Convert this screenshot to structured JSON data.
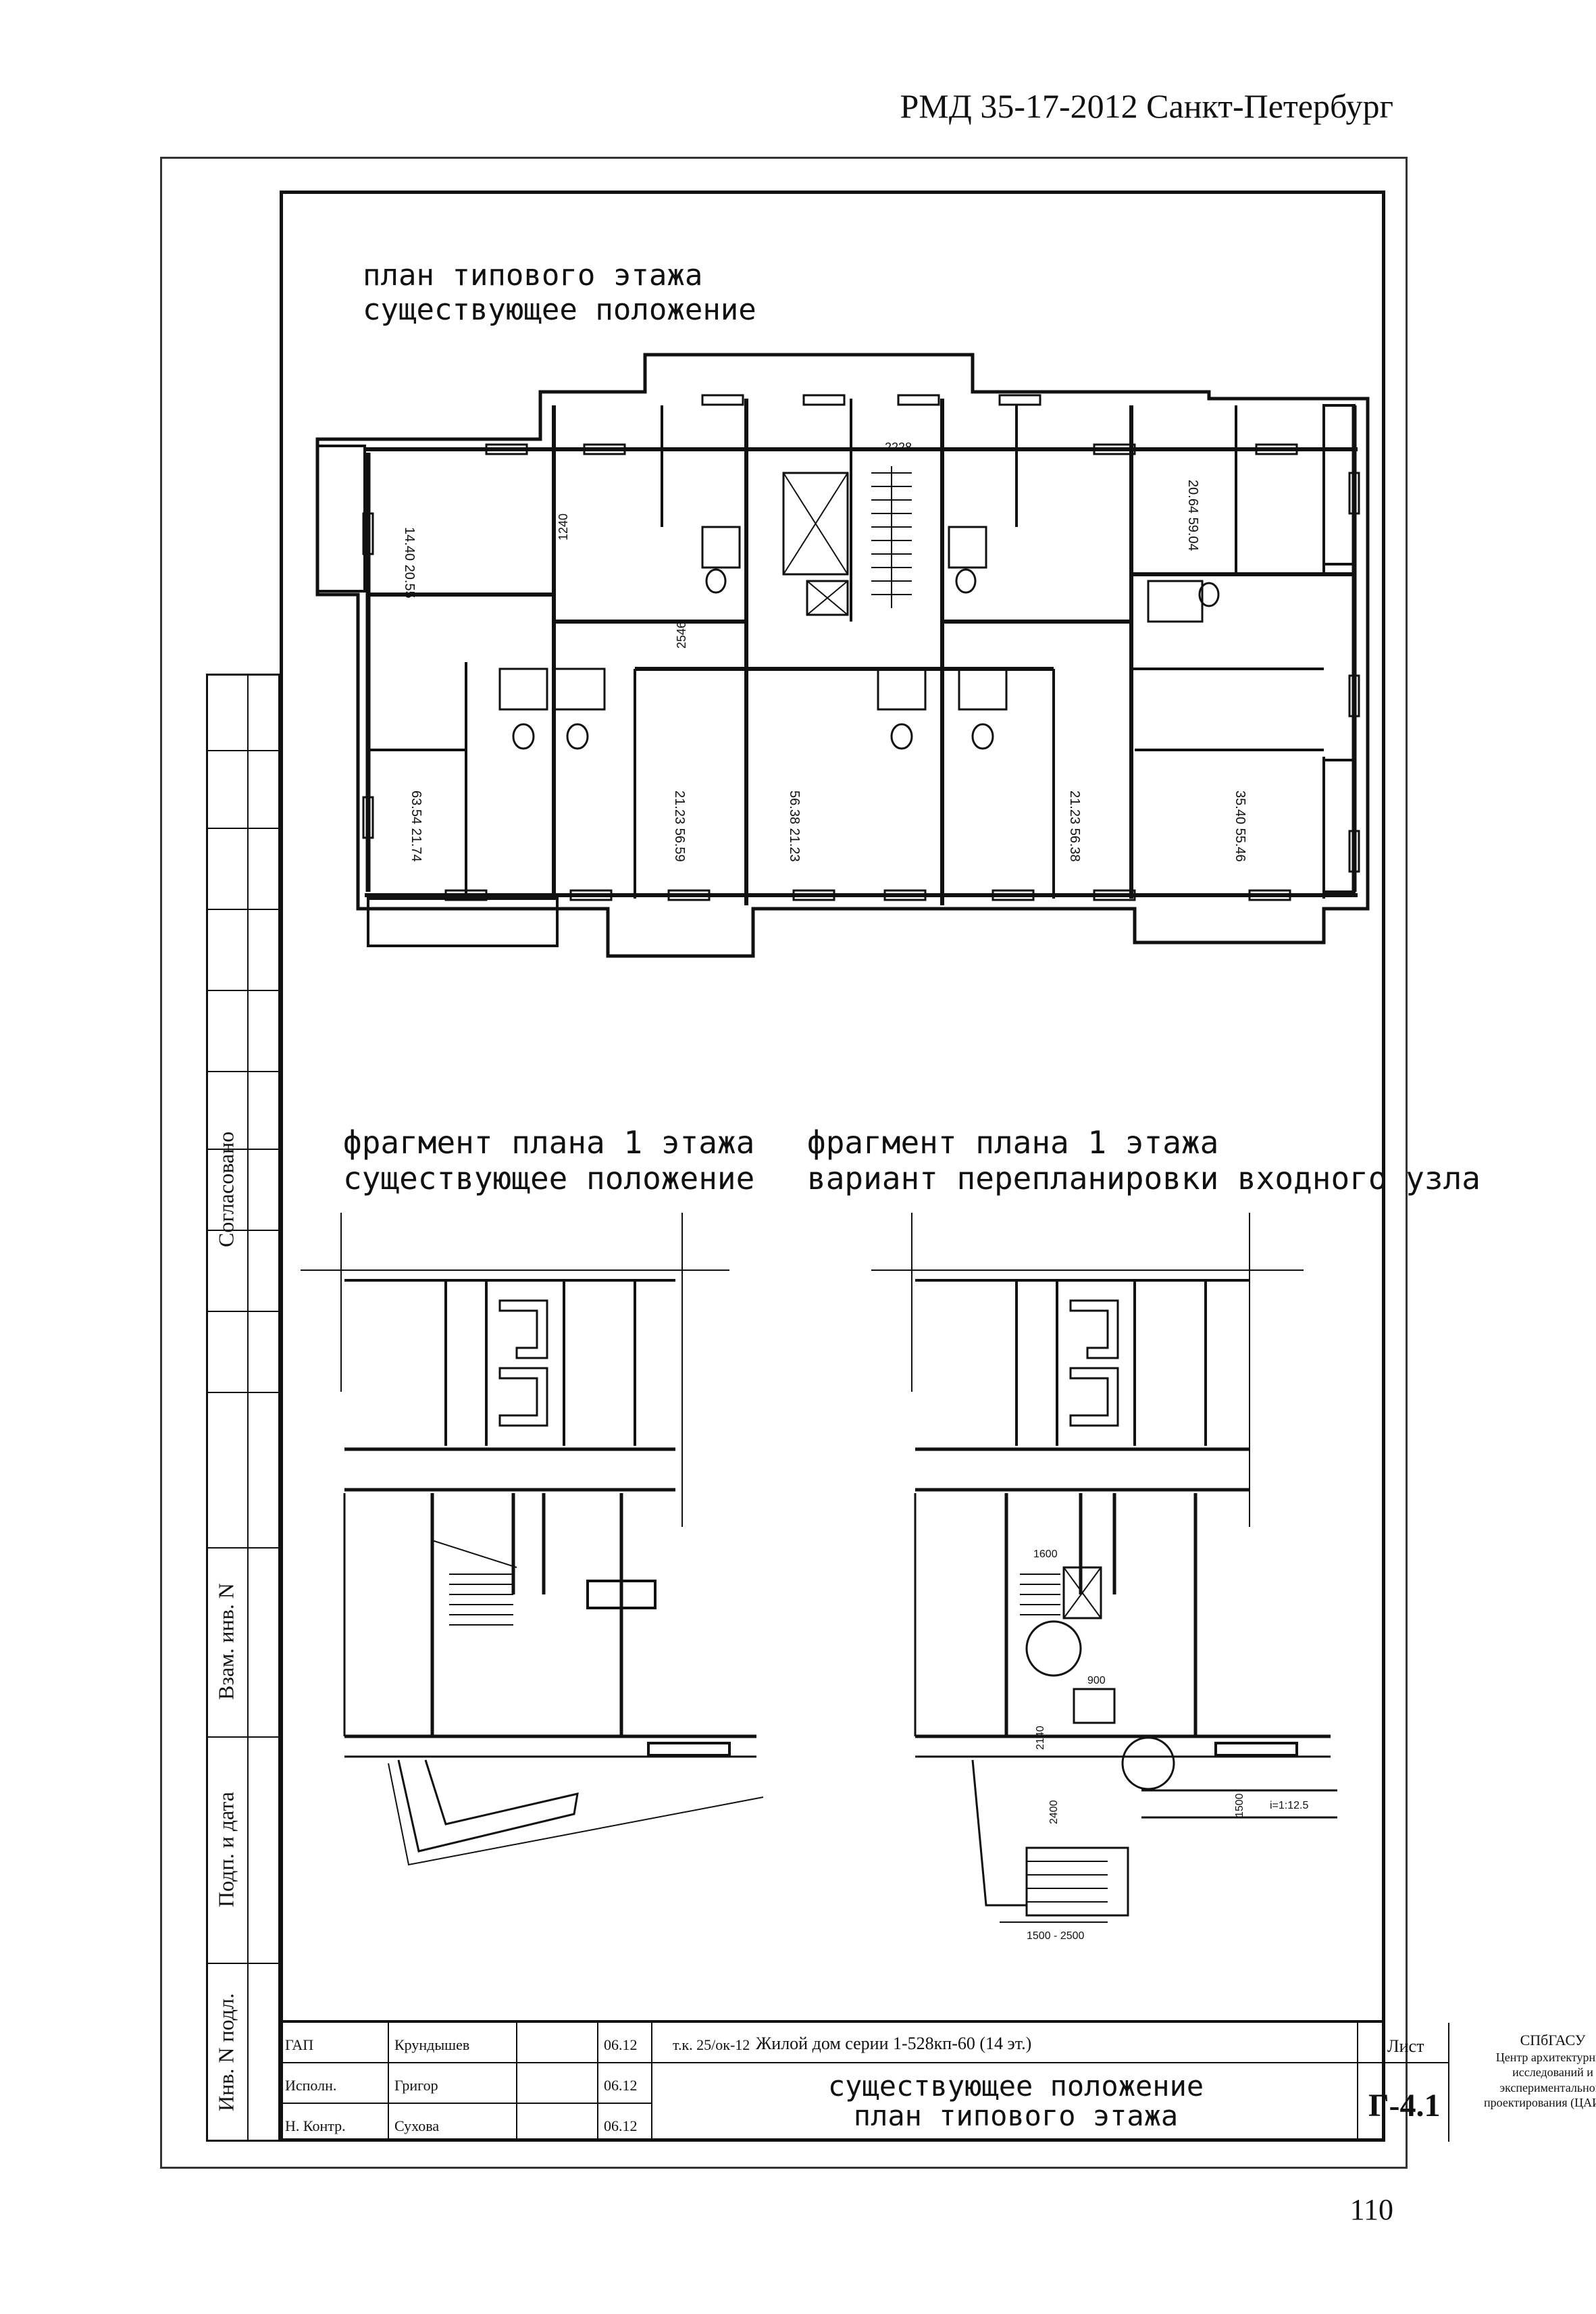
{
  "header": {
    "text": "РМД 35-17-2012 Санкт-Петербург"
  },
  "page_number": "110",
  "captions": {
    "typical_floor_line1": "план типового этажа",
    "typical_floor_line2": "существующее положение",
    "fragment1_line1": "фрагмент плана 1 этажа",
    "fragment1_line2": "существующее положение",
    "fragment2_line1": "фрагмент плана 1 этажа",
    "fragment2_line2": "вариант перепланировки входного узла"
  },
  "stamp_strip": {
    "agreed": "Согласовано",
    "replaced_inv": "Взам. инв. N",
    "sign_date": "Подп. и дата",
    "inv_orig": "Инв. N подл."
  },
  "room_labels": [
    "14.40 20.55",
    "20.64 59.04",
    "63.54 21.74",
    "21.23 56.59",
    "56.38 21.23",
    "21.23 56.38",
    "35.40 55.46"
  ],
  "dimensions": {
    "typical_2228": "2228",
    "typical_2546": "2546",
    "typical_1240": "1240",
    "frag_1600": "1600",
    "frag_2140": "2140",
    "frag_900": "900",
    "frag_2400": "2400",
    "frag_1500_2500": "1500 - 2500",
    "frag_1500": "1500",
    "scale": "i=1:12.5"
  },
  "title_block": {
    "rows": [
      {
        "role": "ГАП",
        "name": "Крундышев",
        "date": "06.12"
      },
      {
        "role": "Исполн.",
        "name": "Григор",
        "date": "06.12"
      },
      {
        "role": "Н. Контр.",
        "name": "Сухова",
        "date": "06.12"
      }
    ],
    "project_code": "т.к. 25/ок-12",
    "project_name": "Жилой дом серии 1-528кп-60 (14 эт.)",
    "drawing_title_line1": "существующее положение",
    "drawing_title_line2": "план типового этажа",
    "sheet_label": "Лист",
    "sheet_number": "Г-4.1",
    "org_line1": "СПбГАСУ",
    "org_line2": "Центр архитектурных",
    "org_line3": "исследований и",
    "org_line4": "экспериментального",
    "org_line5": "проектирования (ЦАИЭП)"
  }
}
